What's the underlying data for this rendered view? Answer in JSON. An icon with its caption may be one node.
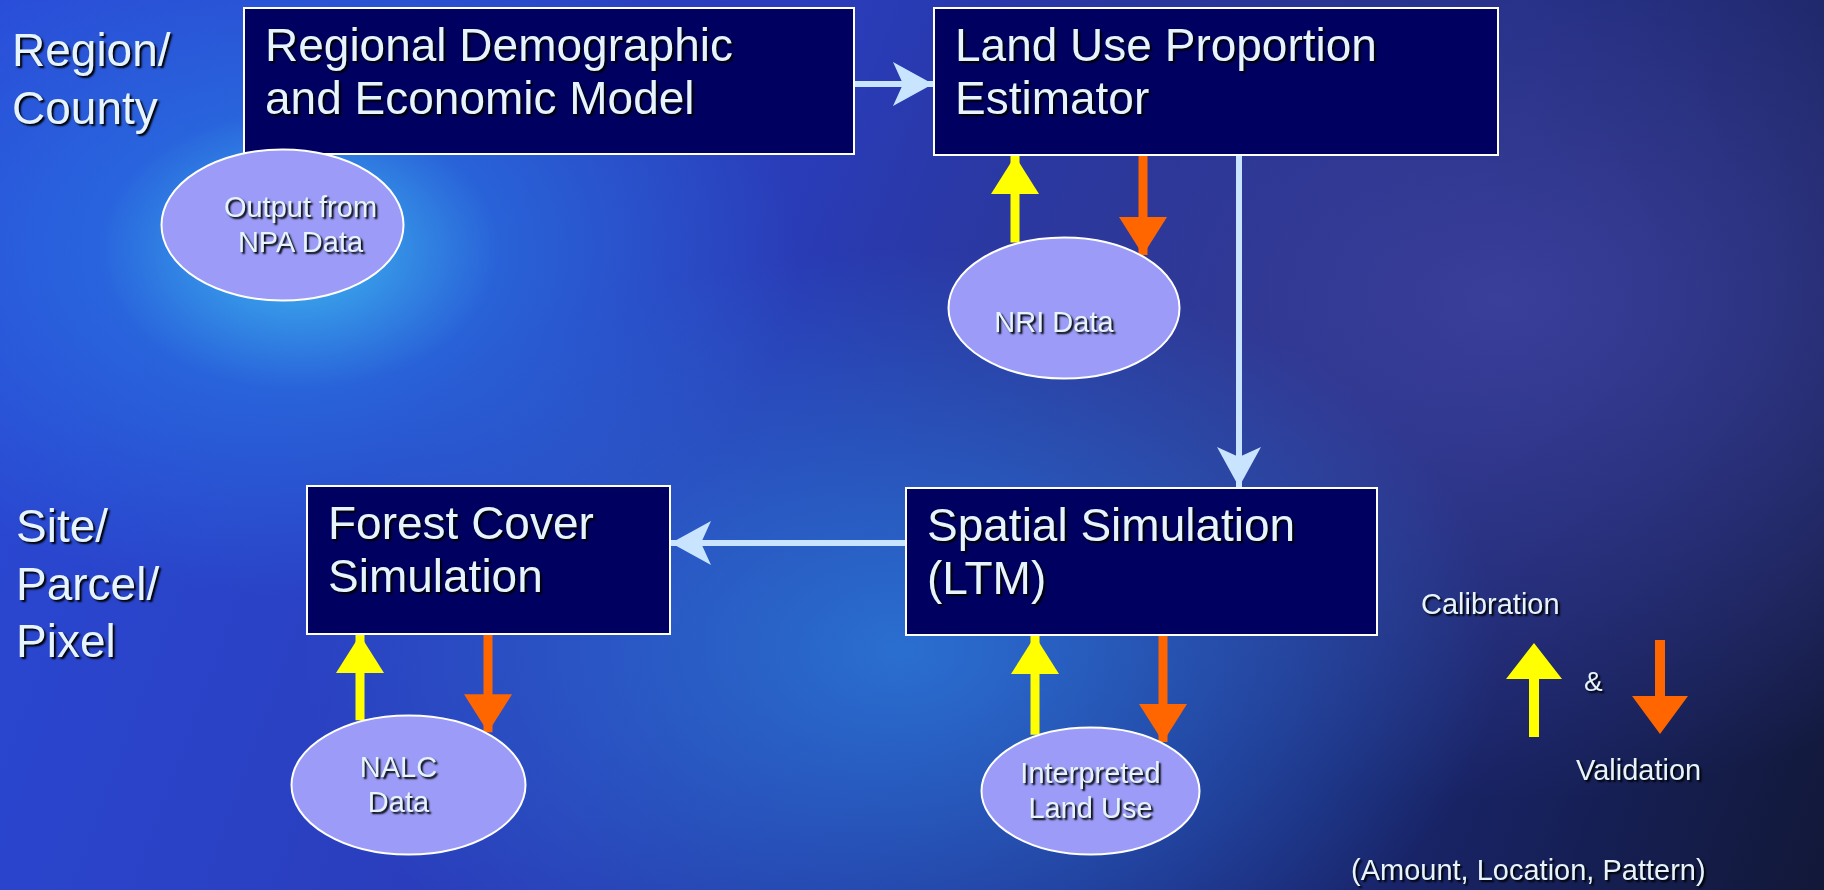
{
  "diagram": {
    "nodes": [
      {
        "text": [
          "Regional Demographic and Economic Model"
        ]
      },
      {
        "text": [
          "Land Use Proportion Estimator"
        ]
      },
      {
        "text": [
          "Output from NPA Data"
        ]
      },
      {
        "text": [
          "NRI Data"
        ]
      },
      {
        "text": [
          "Forest Cover Simulation"
        ]
      },
      {
        "text": [
          "Spatial Simulation (LTM)"
        ]
      },
      {
        "text": [
          "NALC Data"
        ]
      },
      {
        "text": [
          "Interpreted Land Use"
        ]
      }
    ],
    "edges": [
      {
        "from": 0,
        "to": 1,
        "arrow": "to"
      },
      {
        "from": 1,
        "to": 5,
        "arrow": "to"
      },
      {
        "from": 5,
        "to": 4,
        "arrow": "to"
      },
      {
        "from": 3,
        "to": 1,
        "arrow": "to",
        "color": "#ffff00"
      },
      {
        "from": 1,
        "to": 3,
        "arrow": "to",
        "color": "#ff6600"
      },
      {
        "from": 6,
        "to": 4,
        "arrow": "to",
        "color": "#ffff00"
      },
      {
        "from": 4,
        "to": 6,
        "arrow": "to",
        "color": "#ff6600"
      },
      {
        "from": 7,
        "to": 5,
        "arrow": "to",
        "color": "#ffff00"
      },
      {
        "from": 5,
        "to": 7,
        "arrow": "to",
        "color": "#ff6600"
      }
    ],
    "labels": [
      "Region/ County",
      "Site/ Parcel/ Pixel",
      "&",
      "(Amount, Location, Pattern)"
    ],
    "legend": [
      {
        "text": "Calibration"
      },
      {
        "text": "Validation"
      }
    ]
  }
}
